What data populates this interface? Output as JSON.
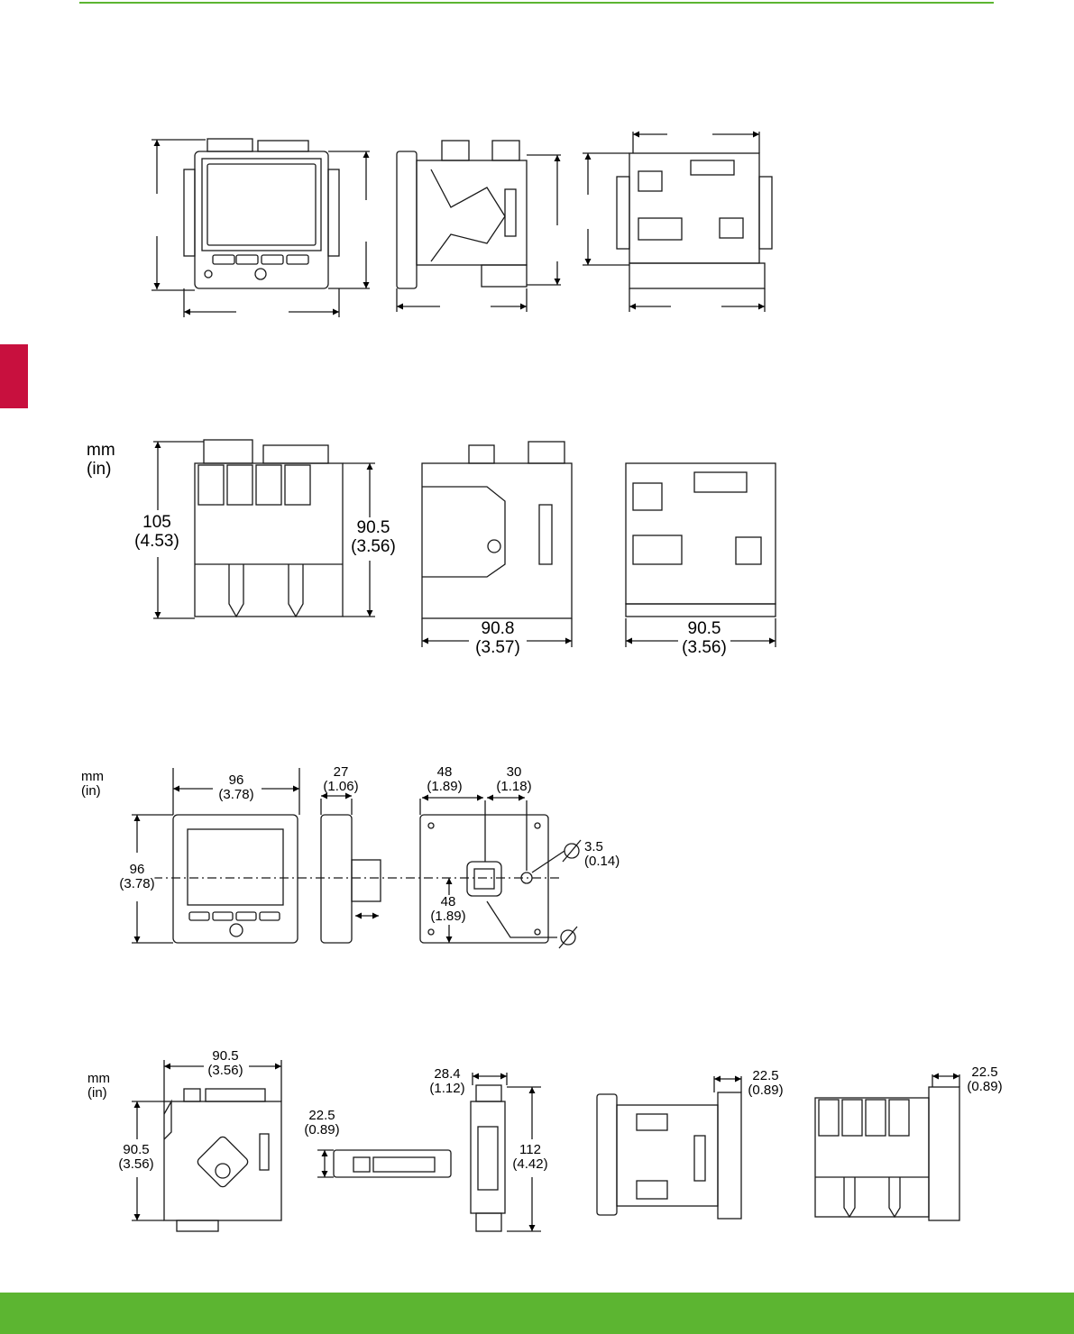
{
  "colors": {
    "accent_green": "#5cb531",
    "side_tab": "#c8103e",
    "line": "#1a1a1a"
  },
  "units": {
    "mm": "mm",
    "in": "(in)"
  },
  "section2": {
    "height_105": {
      "mm": "105",
      "in": "(4.53)"
    },
    "height_90_5": {
      "mm": "90.5",
      "in": "(3.56)"
    },
    "width_90_8": {
      "mm": "90.8",
      "in": "(3.57)"
    },
    "width_90_5": {
      "mm": "90.5",
      "in": "(3.56)"
    }
  },
  "section3": {
    "width_96": {
      "mm": "96",
      "in": "(3.78)"
    },
    "height_96": {
      "mm": "96",
      "in": "(3.78)"
    },
    "depth_27": {
      "mm": "27",
      "in": "(1.06)"
    },
    "offset_48_h": {
      "mm": "48",
      "in": "(1.89)"
    },
    "offset_30": {
      "mm": "30",
      "in": "(1.18)"
    },
    "hole_3_5": {
      "mm": "3.5",
      "in": "(0.14)"
    },
    "offset_48_v": {
      "mm": "48",
      "in": "(1.89)"
    }
  },
  "section4": {
    "width_90_5": {
      "mm": "90.5",
      "in": "(3.56)"
    },
    "height_90_5": {
      "mm": "90.5",
      "in": "(3.56)"
    },
    "height_22_5": {
      "mm": "22.5",
      "in": "(0.89)"
    },
    "width_28_4": {
      "mm": "28.4",
      "in": "(1.12)"
    },
    "height_112": {
      "mm": "112",
      "in": "(4.42)"
    },
    "width_22_5_a": {
      "mm": "22.5",
      "in": "(0.89)"
    },
    "width_22_5_b": {
      "mm": "22.5",
      "in": "(0.89)"
    }
  }
}
